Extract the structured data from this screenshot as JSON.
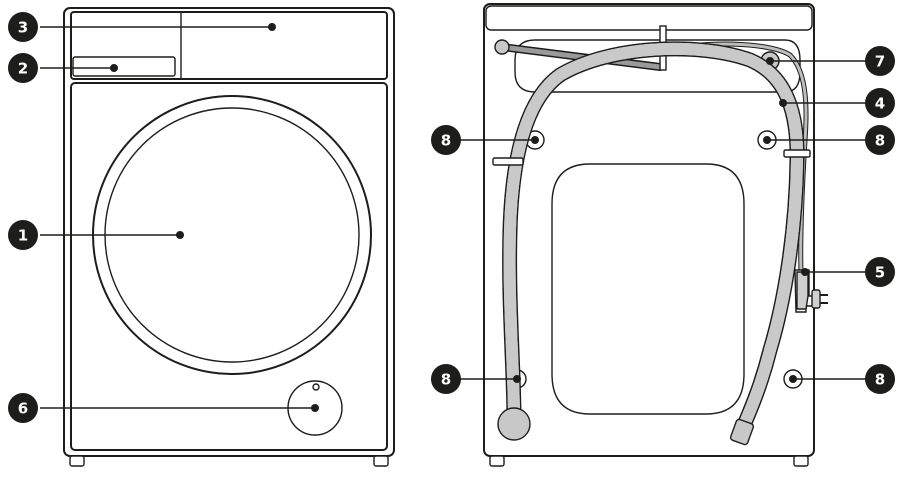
{
  "callouts": [
    {
      "id": "label-1",
      "number": "1"
    },
    {
      "id": "label-2",
      "number": "2"
    },
    {
      "id": "label-3",
      "number": "3"
    },
    {
      "id": "label-4",
      "number": "4"
    },
    {
      "id": "label-5",
      "number": "5"
    },
    {
      "id": "label-6",
      "number": "6"
    },
    {
      "id": "label-7",
      "number": "7"
    },
    {
      "id": "label-8a",
      "number": "8"
    },
    {
      "id": "label-8b",
      "number": "8"
    },
    {
      "id": "label-8c",
      "number": "8"
    },
    {
      "id": "label-8d",
      "number": "8"
    }
  ],
  "colors": {
    "ink": "#1d1d1b",
    "hose_grey": "#c9c9c9",
    "background": "#ffffff"
  }
}
